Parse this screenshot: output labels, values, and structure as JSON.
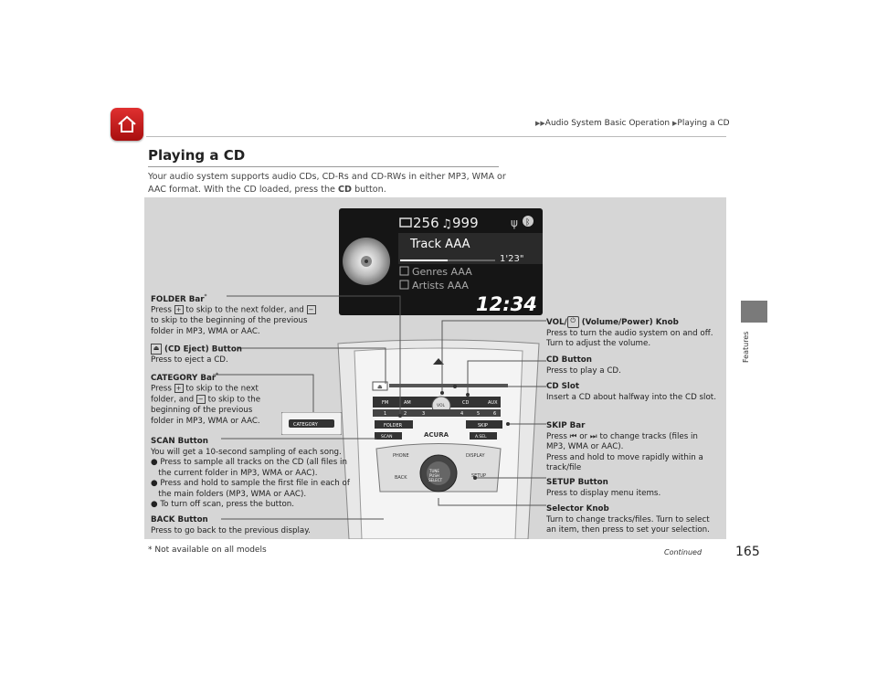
{
  "header": {
    "breadcrumb": [
      {
        "label": "Audio System Basic Operation"
      },
      {
        "label": "Playing a CD"
      }
    ],
    "side_tab": "Features",
    "page_number": "165",
    "continued": "Continued",
    "footnote": "* Not available on all models"
  },
  "section": {
    "title": "Playing a CD",
    "intro_before": "Your audio system supports audio CDs, CD-Rs and CD-RWs in either MP3, WMA or AAC format. With the CD loaded, press the ",
    "intro_bold": "CD",
    "intro_after": " button."
  },
  "screen": {
    "folder_count": "256",
    "track_count": "999",
    "track": "Track AAA",
    "elapsed": "1'23\"",
    "genre": "Genres AAA",
    "artist": "Artists AAA",
    "clock": "12:34",
    "progress": 0.5
  },
  "callouts": {
    "folder_bar": {
      "title": "FOLDER Bar",
      "star": "*",
      "text1": " to skip to the next folder, and ",
      "text2": "to skip to the beginning of the previous",
      "text3": "folder in MP3, WMA or AAC.",
      "press": "Press "
    },
    "cd_eject": {
      "title": " (CD Eject) Button",
      "text": "Press to eject a CD."
    },
    "category_bar": {
      "title": "CATEGORY Bar",
      "star": "*",
      "press": "Press ",
      "text1": " to skip to the next",
      "text2": "folder, and ",
      "text3": " to skip to the",
      "text4": "beginning of the previous",
      "text5": "folder in MP3, WMA or AAC."
    },
    "scan_button": {
      "title": "SCAN Button",
      "text": "You will get a 10-second sampling of each song.",
      "bullets": [
        "Press to sample all tracks on the CD (all files in",
        "the current folder in MP3, WMA or AAC).",
        "Press and hold to sample the first file in each of",
        "the main folders (MP3, WMA or AAC).",
        "To turn off scan, press the button."
      ]
    },
    "back_button": {
      "title": "BACK Button",
      "text": "Press to go back to the previous display."
    },
    "vol_knob": {
      "title1": "VOL/",
      "title2": " (Volume/Power) Knob",
      "text1": "Press to turn the audio system on and off.",
      "text2": "Turn to adjust the volume."
    },
    "cd_button": {
      "title": "CD Button",
      "text": "Press to play a CD."
    },
    "cd_slot": {
      "title": "CD Slot",
      "text": "Insert a CD about halfway into the CD slot."
    },
    "skip_bar": {
      "title": "SKIP Bar",
      "press": "Press ",
      "or": " or ",
      "text1": " to change tracks (files in",
      "text2": "MP3, WMA or AAC).",
      "text3": "Press and hold to move rapidly within a",
      "text4": "track/file"
    },
    "setup_button": {
      "title": "SETUP Button",
      "text": "Press to display menu items."
    },
    "selector_knob": {
      "title": "Selector Knob",
      "text1": "Turn to change tracks/files. Turn to select",
      "text2": "an item, then press to set your selection."
    }
  },
  "console": {
    "radio_labels": [
      "FM",
      "AM",
      "VOL",
      "CD",
      "AUX"
    ],
    "presets": [
      "1",
      "2",
      "3",
      "4",
      "5",
      "6"
    ],
    "folder": "FOLDER",
    "skip": "SKIP",
    "scan": "SCAN",
    "asel": "A.SEL",
    "brand": "ACURA",
    "phone": "PHONE",
    "display": "DISPLAY",
    "back": "BACK",
    "setup": "SETUP",
    "knob": "TUNE PUSH SELECT",
    "category": "CATEGORY"
  },
  "colors": {
    "home_button": "#c41a1a",
    "panel": "#d6d6d6",
    "screen": "#151515"
  }
}
